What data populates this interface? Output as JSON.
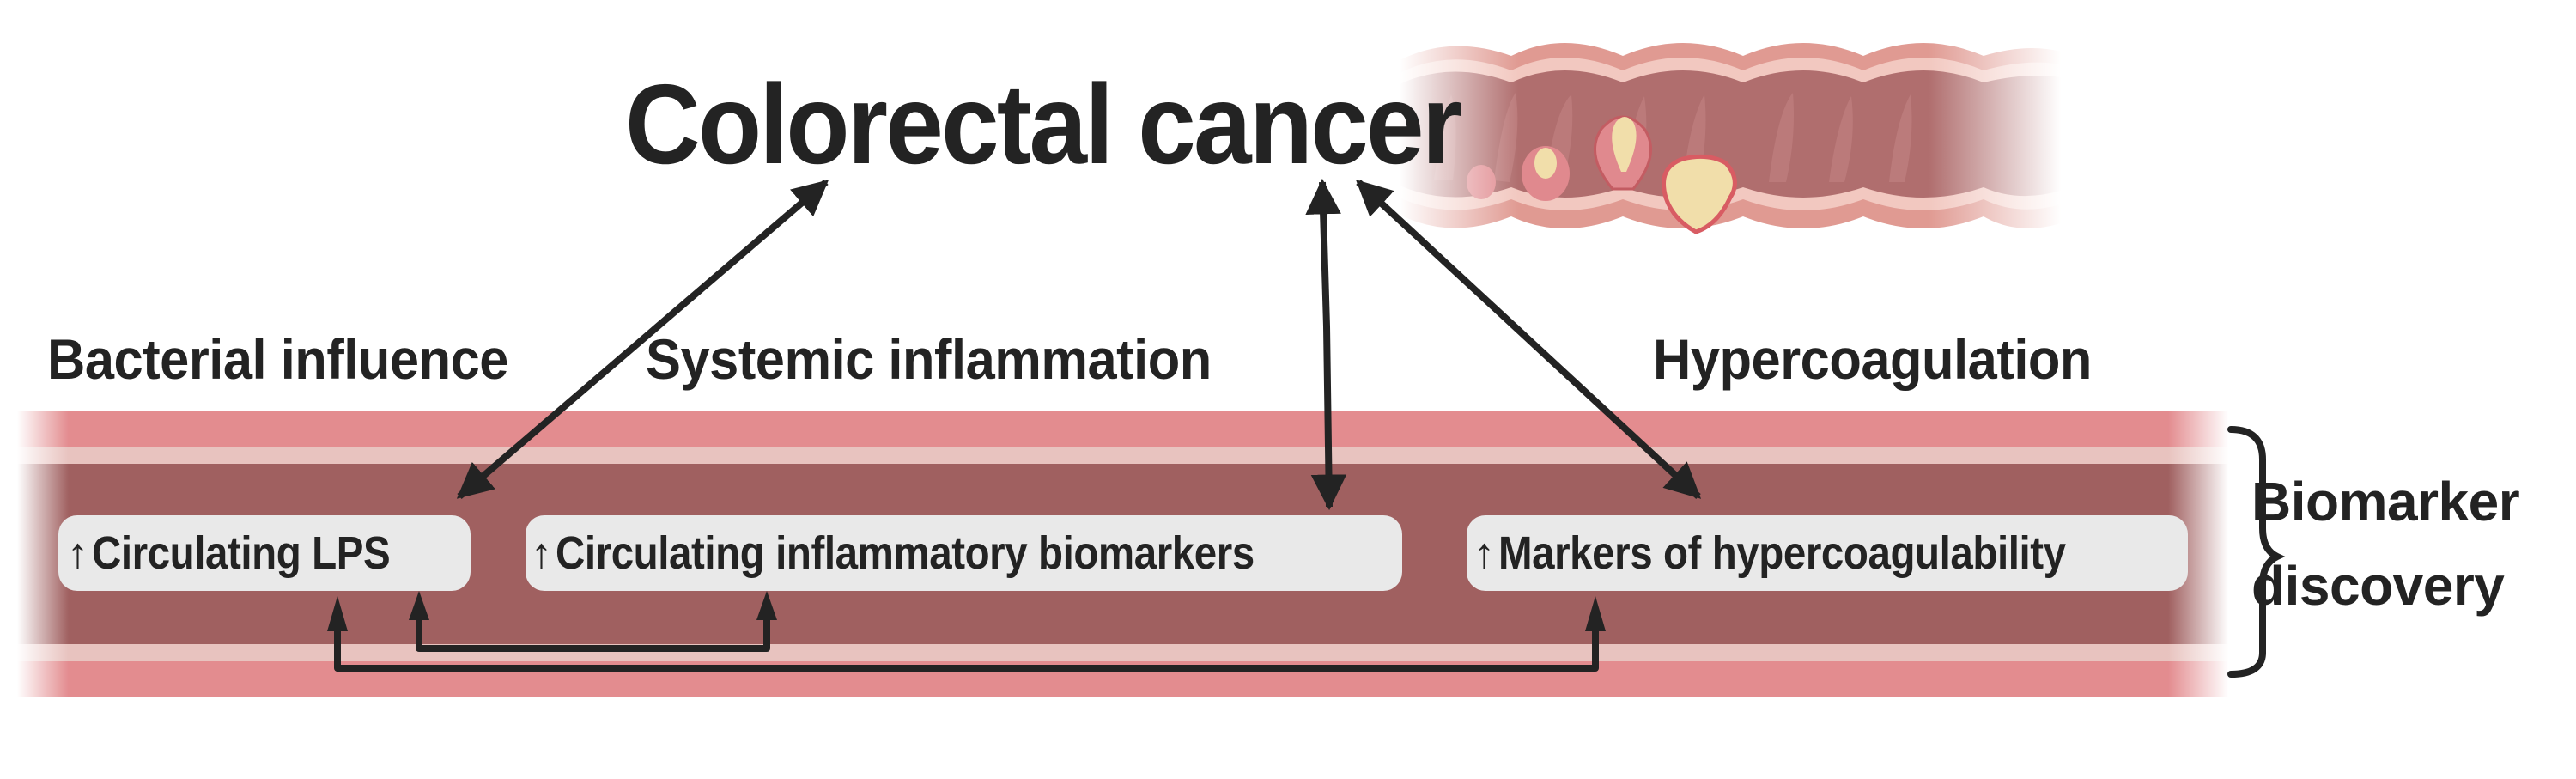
{
  "title": "Colorectal cancer",
  "illustration": {
    "name": "colon-with-polyps-illustration",
    "description": "Colon segment showing progression from polyp to tumor",
    "colors": {
      "wall": "#e09a92",
      "mucosa_line": "#f2c8c0",
      "lumen": "#b06e6e",
      "tumor": "#f1deaa",
      "tumor_rim": "#d85c63"
    }
  },
  "sections": [
    {
      "id": "bacterial",
      "label": "Bacterial influence"
    },
    {
      "id": "systemic",
      "label": "Systemic inflammation"
    },
    {
      "id": "hyper",
      "label": "Hypercoagulation"
    }
  ],
  "biomarkers": [
    {
      "id": "lps",
      "icon": "up-arrow",
      "symbol": "↑",
      "label": "Circulating LPS"
    },
    {
      "id": "inflam",
      "icon": "up-arrow",
      "symbol": "↑",
      "label": "Circulating inflammatory biomarkers"
    },
    {
      "id": "hyper",
      "icon": "up-arrow",
      "symbol": "↑",
      "label": "Markers of hypercoagulability"
    }
  ],
  "side_label": {
    "line1": "Biomarker",
    "line2": "discovery"
  },
  "connections": [
    {
      "from": "Circulating LPS",
      "to": "Colorectal cancer",
      "type": "bidirectional"
    },
    {
      "from": "Circulating inflammatory biomarkers",
      "to": "Colorectal cancer",
      "type": "bidirectional"
    },
    {
      "from": "Markers of hypercoagulability",
      "to": "Colorectal cancer",
      "type": "bidirectional"
    },
    {
      "from": "Circulating inflammatory biomarkers",
      "to": "Circulating LPS",
      "type": "bidirectional"
    },
    {
      "from": "Markers of hypercoagulability",
      "to": "Circulating LPS",
      "type": "bidirectional"
    }
  ],
  "colors": {
    "text": "#232323",
    "vessel_outer": "#e38c8f",
    "vessel_stripe": "#e8c3bf",
    "vessel_lumen": "#a06060",
    "box_fill": "#e9e9e9",
    "arrow": "#232323"
  }
}
